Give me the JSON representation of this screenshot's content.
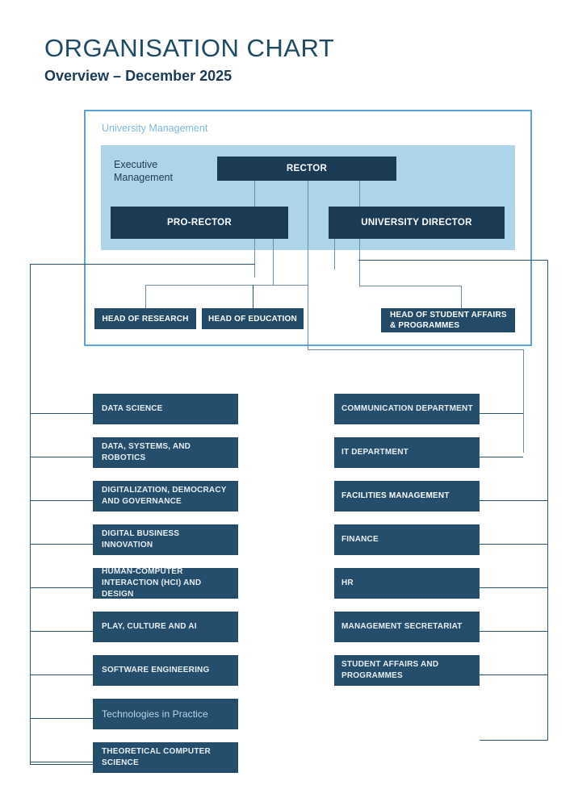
{
  "header": {
    "title": "ORGANISATION CHART",
    "subtitle": "Overview – December 2025"
  },
  "group": {
    "label": "University Management",
    "band_label": "Executive\nManagement"
  },
  "colors": {
    "navy_top": "#1B3A54",
    "navy_mid": "#234B68",
    "navy_dept": "#244E6B",
    "band_blue": "#AED4EA",
    "frame_blue": "#5BA3DB",
    "label_blue": "#7FB9E0",
    "line": "#2B5574",
    "title": "#1F4A63"
  },
  "executive": [
    {
      "label": "RECTOR"
    },
    {
      "label": "PRO-RECTOR"
    },
    {
      "label": "UNIVERSITY DIRECTOR"
    }
  ],
  "heads": [
    {
      "label": "HEAD OF RESEARCH"
    },
    {
      "label": "HEAD OF EDUCATION"
    },
    {
      "label": "HEAD OF STUDENT AFFAIRS & PROGRAMMES"
    }
  ],
  "departments_left": [
    {
      "label": "DATA SCIENCE",
      "style": "normal"
    },
    {
      "label": "DATA, SYSTEMS, AND ROBOTICS",
      "style": "normal"
    },
    {
      "label": "DIGITALIZATION, DEMOCRACY AND GOVERNANCE",
      "style": "normal"
    },
    {
      "label": "DIGITAL BUSINESS INNOVATION",
      "style": "normal"
    },
    {
      "label": "HUMAN-COMPUTER INTERACTION (HCI) AND DESIGN",
      "style": "normal"
    },
    {
      "label": "PLAY, CULTURE AND AI",
      "style": "normal"
    },
    {
      "label": "SOFTWARE ENGINEERING",
      "style": "normal"
    },
    {
      "label": "Technologies in Practice",
      "style": "special"
    },
    {
      "label": "THEORETICAL COMPUTER SCIENCE",
      "style": "normal"
    }
  ],
  "departments_right": [
    {
      "label": "COMMUNICATION DEPARTMENT",
      "style": "normal"
    },
    {
      "label": "IT DEPARTMENT",
      "style": "normal"
    },
    {
      "label": "FACILITIES MANAGEMENT",
      "style": "bold"
    },
    {
      "label": "FINANCE",
      "style": "normal"
    },
    {
      "label": "HR",
      "style": "normal"
    },
    {
      "label": "MANAGEMENT SECRETARIAT",
      "style": "normal"
    },
    {
      "label": "STUDENT AFFAIRS AND PROGRAMMES",
      "style": "normal"
    }
  ]
}
